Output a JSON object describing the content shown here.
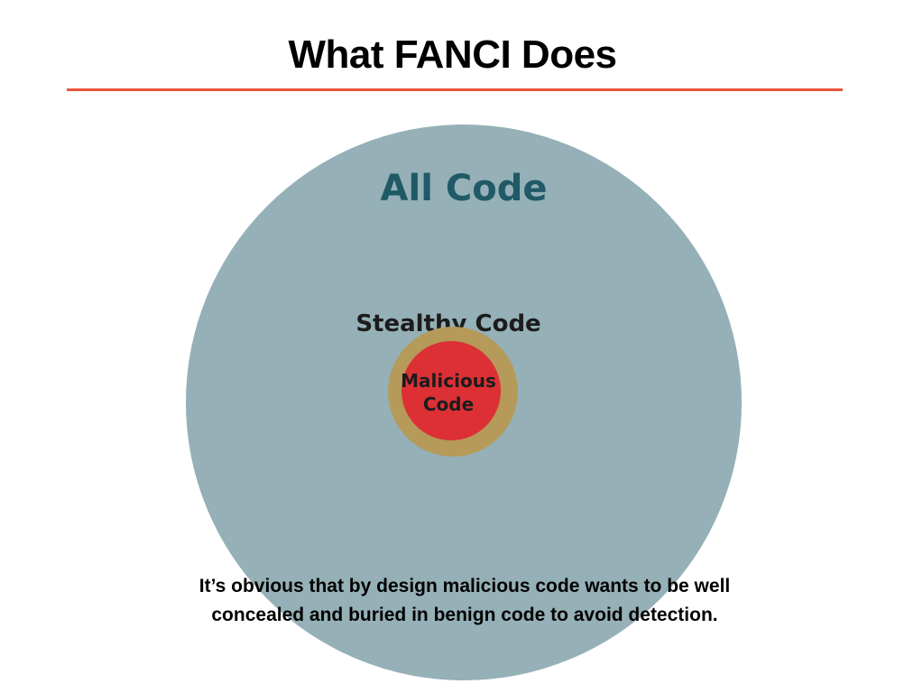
{
  "slide": {
    "title": "What FANCI Does",
    "accent_color": "#e8553a"
  },
  "diagram": {
    "outer": {
      "label": "All Code",
      "fill": "#95b0b7",
      "label_color": "#1f5a66"
    },
    "middle": {
      "label": "Stealthy Code",
      "fill": "#b59a5a",
      "label_color": "#1c1c1c"
    },
    "inner": {
      "label_line1": "Malicious",
      "label_line2": "Code",
      "fill": "#dc3035",
      "label_color": "#1c1c1c"
    }
  },
  "caption": {
    "line1": "It’s obvious that by design malicious code wants to be well",
    "line2": "concealed and buried in benign code to avoid detection."
  }
}
